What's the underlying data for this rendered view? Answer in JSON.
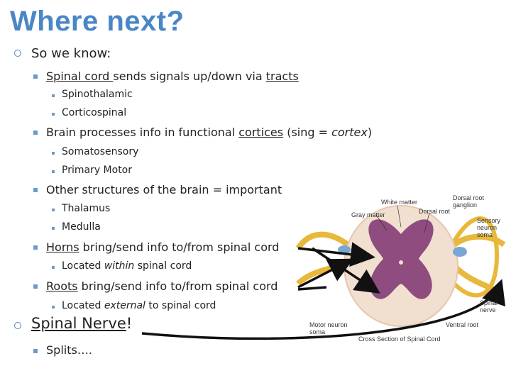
{
  "title": "Where next?",
  "bullets": {
    "so_we_know": "So we know:",
    "spinal_cord": "Spinal cord ",
    "spinal_cord_rest": "sends signals up/down via ",
    "tracts": "tracts",
    "spinothalamic": "Spinothalamic",
    "corticospinal": "Corticospinal",
    "brain_pre": "Brain processes info in functional ",
    "cortices": "cortices",
    "sing": " (sing = ",
    "cortex": "cortex",
    "sing_close": ")",
    "somatosensory": "Somatosensory",
    "primary_motor": "Primary Motor",
    "other": "Other structures of the brain = important",
    "thalamus": "Thalamus",
    "medulla": "Medulla",
    "horns": "Horns",
    "horns_rest": " bring/send info to/from spinal cord",
    "located": "Located ",
    "within": "within",
    "within_rest": " spinal cord",
    "roots": "Roots",
    "roots_rest": "  bring/send info to/from spinal cord",
    "external": "external",
    "external_rest": " to spinal cord",
    "spinal_nerve": "Spinal Nerve",
    "exclaim": "!",
    "splits": "Splits…."
  },
  "diagram": {
    "white_matter": "White matter",
    "gray_matter": "Gray matter",
    "dorsal_root": "Dorsal root",
    "dorsal_root_ganglion_1": "Dorsal root",
    "dorsal_root_ganglion_2": "ganglion",
    "sensory_1": "Sensory",
    "sensory_2": "neuron",
    "sensory_3": "soma",
    "spinal_nerve_1": "Spinal",
    "spinal_nerve_2": "nerve",
    "motor_1": "Motor neuron",
    "motor_2": "soma",
    "ventral": "Ventral root",
    "caption": "Cross Section of Spinal Cord"
  },
  "colors": {
    "title": "#4a86c5",
    "gray_matter": "#8e4d7e",
    "white_matter": "#f1dfd0",
    "nerve": "#f0c24a"
  }
}
